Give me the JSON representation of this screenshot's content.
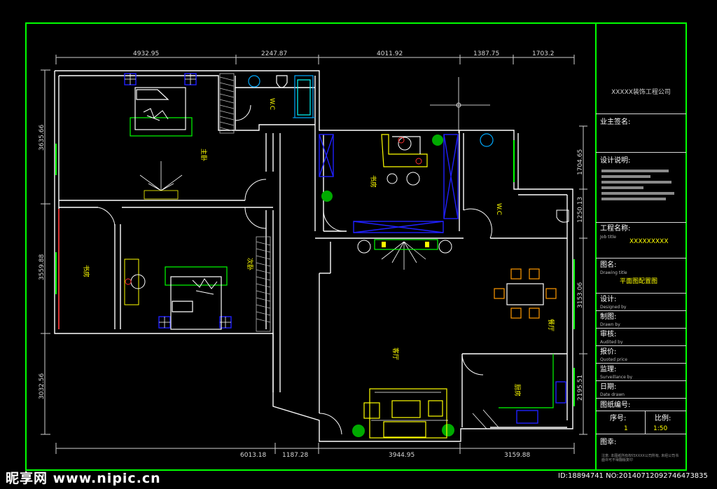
{
  "plan": {
    "dims_top": [
      "4932.95",
      "2247.87",
      "4011.92",
      "1387.75",
      "1703.2"
    ],
    "dims_bottom": [
      "6013.18",
      "1187.28",
      "3944.95",
      "3159.88"
    ],
    "dims_left": [
      "3635.66",
      "3559.88",
      "3032.56"
    ],
    "dims_right": [
      "1704.65",
      "1250.13",
      "3153.06",
      "2195.51"
    ],
    "rooms": {
      "master": "主卧",
      "wc1": "W.C",
      "study": "书房",
      "wc2": "W.C",
      "second": "次卧",
      "storage": "书房",
      "dining": "餐厅",
      "living": "客厅",
      "kitchen": "厨房"
    }
  },
  "title_block": {
    "company": "XXXXX装饰工程公司",
    "owner_label": "业主签名:",
    "design_notes_label": "设计说明:",
    "project_label": "工程名称:",
    "project_sub": "Job title",
    "project_value": "XXXXXXXXX",
    "drawing_label": "图名:",
    "drawing_sub": "Drawing title",
    "drawing_value": "平面图配置图",
    "designer_label": "设计:",
    "designer_sub": "Designed by",
    "drafter_label": "制图:",
    "drafter_sub": "Drawn  by",
    "checker_label": "审核:",
    "checker_sub": "Audited by",
    "quote_label": "报价:",
    "quote_sub": "Quoted price",
    "supervisor_label": "监理:",
    "supervisor_sub": "Surveillance by",
    "date_label": "日期:",
    "date_sub": "Date drawn",
    "number_label": "图纸编号:",
    "seq_label": "序号:",
    "seq_value": "1",
    "scale_label": "比例:",
    "scale_value": "1:50",
    "remarks_label": "图幸:",
    "remarks_text": "注意: 本图纸所有权归XXXX公司所有, 未经公司书面许可不得翻版复印"
  },
  "watermark": {
    "site": "昵享网 www.nipic.cn",
    "id": "ID:18894741 NO:20140712092746473835"
  },
  "colors": {
    "frame": "#00ff00",
    "wall": "#ffffff",
    "cabinet": "#0000ff",
    "furniture": "#00ff00",
    "text": "#ffff00",
    "accent": "#ff9900"
  }
}
